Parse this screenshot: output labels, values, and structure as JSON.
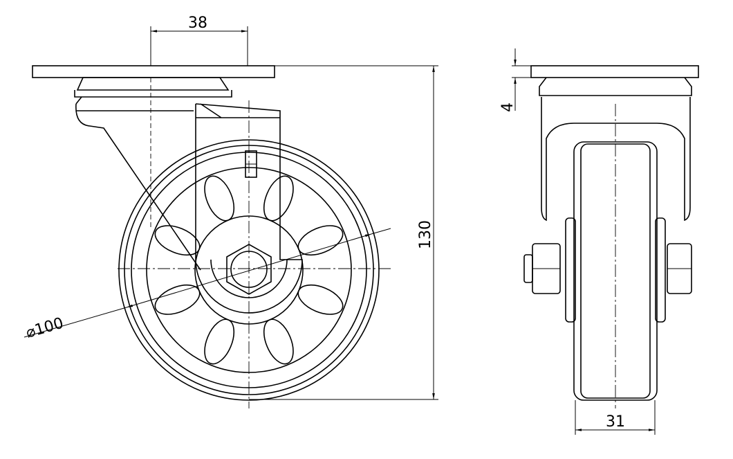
{
  "drawing": {
    "front_view": {
      "dim_offset": "38",
      "dim_height": "130",
      "dim_diameter": "⌀100"
    },
    "side_view": {
      "dim_plate_thickness": "4",
      "dim_wheel_width": "31"
    }
  }
}
